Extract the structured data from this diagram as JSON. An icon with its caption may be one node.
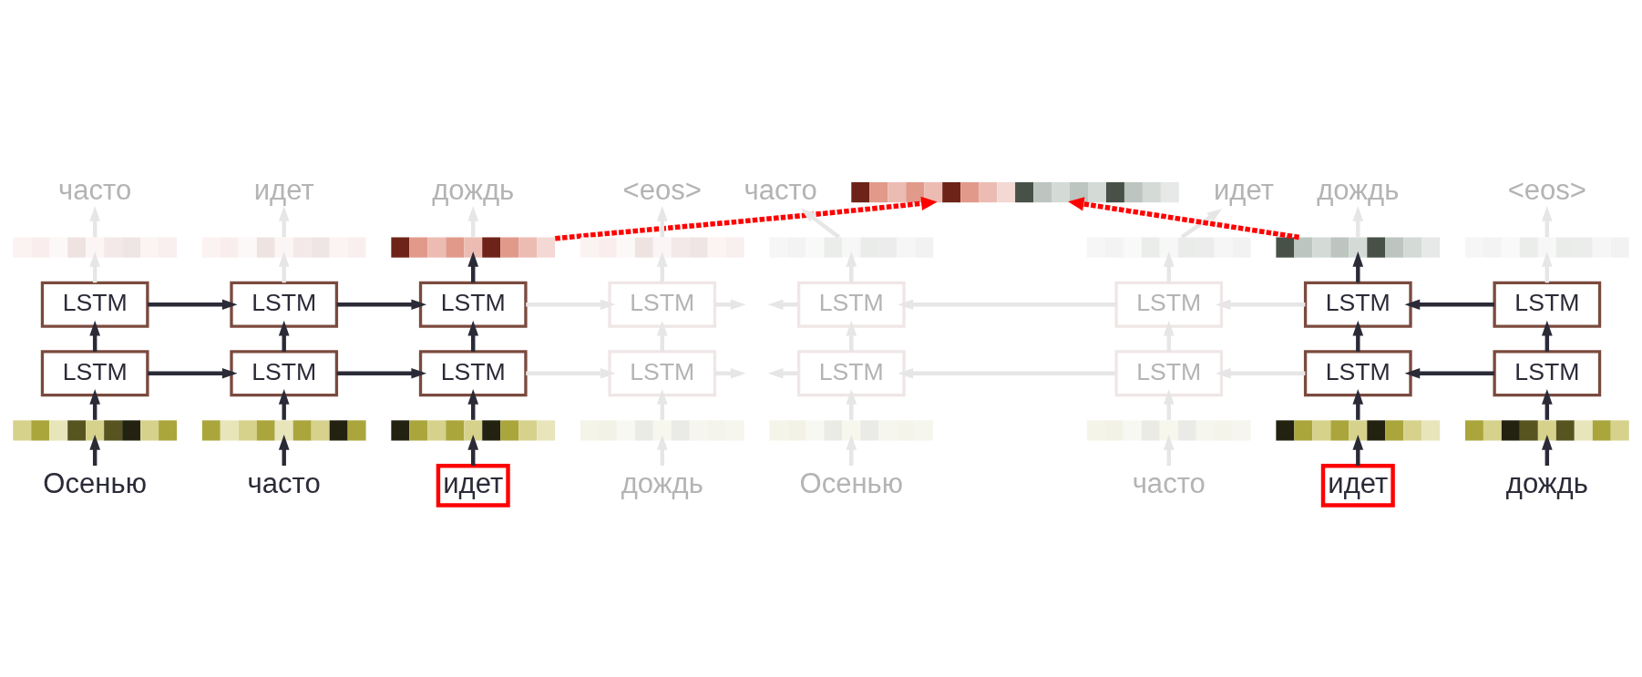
{
  "diagram": {
    "nodes": [
      {
        "text": [],
        "shape": "bar"
      },
      {
        "text": [
          "часто"
        ]
      },
      {
        "text": [
          "идет"
        ]
      },
      {
        "text": [
          "дождь"
        ]
      },
      {
        "text": [
          "<eos>"
        ]
      },
      {
        "text": [
          "часто"
        ]
      },
      {
        "text": [
          "идет"
        ]
      },
      {
        "text": [
          "дождь"
        ]
      },
      {
        "text": [
          "<eos>"
        ]
      },
      {
        "text": [],
        "shape": "bar"
      },
      {
        "text": [],
        "shape": "bar"
      },
      {
        "text": [],
        "shape": "bar"
      },
      {
        "text": [],
        "shape": "bar"
      },
      {
        "text": [],
        "shape": "bar"
      },
      {
        "text": [],
        "shape": "bar"
      },
      {
        "text": [],
        "shape": "bar"
      },
      {
        "text": [],
        "shape": "bar"
      },
      {
        "text": [
          "LSTM"
        ]
      },
      {
        "text": [
          "LSTM"
        ]
      },
      {
        "text": [
          "LSTM"
        ]
      },
      {
        "text": [
          "LSTM"
        ]
      },
      {
        "text": [
          "LSTM"
        ]
      },
      {
        "text": [
          "LSTM"
        ]
      },
      {
        "text": [
          "LSTM"
        ]
      },
      {
        "text": [
          "LSTM"
        ]
      },
      {
        "text": [
          "LSTM"
        ]
      },
      {
        "text": [
          "LSTM"
        ]
      },
      {
        "text": [
          "LSTM"
        ]
      },
      {
        "text": [
          "LSTM"
        ]
      },
      {
        "text": [
          "LSTM"
        ]
      },
      {
        "text": [
          "LSTM"
        ]
      },
      {
        "text": [
          "LSTM"
        ]
      },
      {
        "text": [
          "LSTM"
        ]
      },
      {
        "text": [],
        "shape": "bar"
      },
      {
        "text": [],
        "shape": "bar"
      },
      {
        "text": [],
        "shape": "bar"
      },
      {
        "text": [],
        "shape": "bar"
      },
      {
        "text": [],
        "shape": "bar"
      },
      {
        "text": [],
        "shape": "bar"
      },
      {
        "text": [],
        "shape": "bar"
      },
      {
        "text": [],
        "shape": "bar"
      },
      {
        "text": [
          "Осенью"
        ]
      },
      {
        "text": [
          "часто"
        ]
      },
      {
        "text": [
          "идет"
        ]
      },
      {
        "text": [
          "дождь"
        ]
      },
      {
        "text": [
          "Осенью"
        ]
      },
      {
        "text": [
          "часто"
        ]
      },
      {
        "text": [
          "идет"
        ]
      },
      {
        "text": [
          "дождь"
        ]
      }
    ],
    "edges": [
      {
        "from": 41,
        "to": 33,
        "arrow": "to",
        "color": "#2b2b38"
      },
      {
        "from": 33,
        "to": 25,
        "arrow": "to",
        "color": "#2b2b38"
      },
      {
        "from": 25,
        "to": 17,
        "arrow": "to",
        "color": "#2b2b38"
      },
      {
        "from": 17,
        "to": 9,
        "arrow": "to"
      },
      {
        "from": 9,
        "to": 1,
        "arrow": "to"
      },
      {
        "from": 42,
        "to": 34,
        "arrow": "to",
        "color": "#2b2b38"
      },
      {
        "from": 34,
        "to": 26,
        "arrow": "to",
        "color": "#2b2b38"
      },
      {
        "from": 26,
        "to": 18,
        "arrow": "to",
        "color": "#2b2b38"
      },
      {
        "from": 18,
        "to": 10,
        "arrow": "to"
      },
      {
        "from": 10,
        "to": 2,
        "arrow": "to"
      },
      {
        "from": 43,
        "to": 35,
        "arrow": "to",
        "color": "#2b2b38"
      },
      {
        "from": 35,
        "to": 27,
        "arrow": "to",
        "color": "#2b2b38"
      },
      {
        "from": 27,
        "to": 19,
        "arrow": "to",
        "color": "#2b2b38"
      },
      {
        "from": 19,
        "to": 11,
        "arrow": "to",
        "color": "#2b2b38"
      },
      {
        "from": 11,
        "to": 3,
        "arrow": "to"
      },
      {
        "from": 44,
        "to": 36,
        "arrow": "to"
      },
      {
        "from": 36,
        "to": 28,
        "arrow": "to"
      },
      {
        "from": 28,
        "to": 20,
        "arrow": "to"
      },
      {
        "from": 20,
        "to": 12,
        "arrow": "to"
      },
      {
        "from": 12,
        "to": 4,
        "arrow": "to"
      },
      {
        "from": 25,
        "to": 26,
        "arrow": "to",
        "color": "#2b2b38"
      },
      {
        "from": 26,
        "to": 27,
        "arrow": "to",
        "color": "#2b2b38"
      },
      {
        "from": 27,
        "to": 28,
        "arrow": "to"
      },
      {
        "from": 28,
        "to": null,
        "arrow": "to"
      },
      {
        "from": 17,
        "to": 18,
        "arrow": "to",
        "color": "#2b2b38"
      },
      {
        "from": 18,
        "to": 19,
        "arrow": "to",
        "color": "#2b2b38"
      },
      {
        "from": 19,
        "to": 20,
        "arrow": "to"
      },
      {
        "from": 20,
        "to": null,
        "arrow": "to"
      },
      {
        "from": 45,
        "to": 37,
        "arrow": "to"
      },
      {
        "from": 37,
        "to": 29,
        "arrow": "to"
      },
      {
        "from": 29,
        "to": 21,
        "arrow": "to"
      },
      {
        "from": 21,
        "to": 13,
        "arrow": "to"
      },
      {
        "from": 13,
        "to": 5,
        "arrow": "to"
      },
      {
        "from": 46,
        "to": 38,
        "arrow": "to"
      },
      {
        "from": 38,
        "to": 30,
        "arrow": "to"
      },
      {
        "from": 30,
        "to": 22,
        "arrow": "to"
      },
      {
        "from": 22,
        "to": 14,
        "arrow": "to"
      },
      {
        "from": 14,
        "to": 6,
        "arrow": "to"
      },
      {
        "from": 47,
        "to": 39,
        "arrow": "to",
        "color": "#2b2b38"
      },
      {
        "from": 39,
        "to": 31,
        "arrow": "to",
        "color": "#2b2b38"
      },
      {
        "from": 31,
        "to": 23,
        "arrow": "to",
        "color": "#2b2b38"
      },
      {
        "from": 23,
        "to": 15,
        "arrow": "to",
        "color": "#2b2b38"
      },
      {
        "from": 15,
        "to": 7,
        "arrow": "to"
      },
      {
        "from": 48,
        "to": 40,
        "arrow": "to",
        "color": "#2b2b38"
      },
      {
        "from": 40,
        "to": 32,
        "arrow": "to",
        "color": "#2b2b38"
      },
      {
        "from": 32,
        "to": 24,
        "arrow": "to",
        "color": "#2b2b38"
      },
      {
        "from": 24,
        "to": 16,
        "arrow": "to"
      },
      {
        "from": 16,
        "to": 8,
        "arrow": "to"
      },
      {
        "from": 32,
        "to": 31,
        "arrow": "to",
        "color": "#2b2b38"
      },
      {
        "from": 31,
        "to": 30,
        "arrow": "to"
      },
      {
        "from": 30,
        "to": 29,
        "arrow": "to"
      },
      {
        "from": 29,
        "to": null,
        "arrow": "to"
      },
      {
        "from": 24,
        "to": 23,
        "arrow": "to",
        "color": "#2b2b38"
      },
      {
        "from": 23,
        "to": 22,
        "arrow": "to"
      },
      {
        "from": 22,
        "to": 21,
        "arrow": "to"
      },
      {
        "from": 21,
        "to": null,
        "arrow": "to"
      },
      {
        "from": 11,
        "to": 0,
        "arrow": "to",
        "style": "dashed",
        "color": "#ff0000"
      },
      {
        "from": 15,
        "to": 0,
        "arrow": "to",
        "style": "dashed",
        "color": "#ff0000"
      }
    ]
  }
}
